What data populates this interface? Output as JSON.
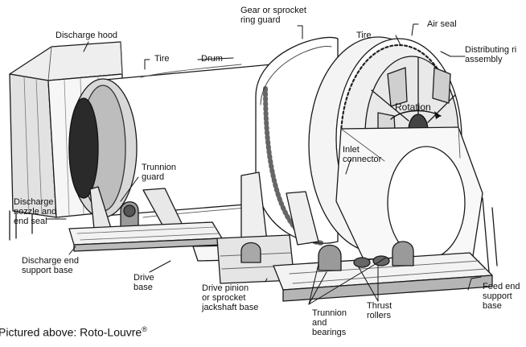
{
  "labels": {
    "discharge_hood": "Discharge hood",
    "tire_left": "Tire",
    "drum": "Drum",
    "gear_guard": "Gear or sprocket\nring guard",
    "tire_right": "Tire",
    "air_seal": "Air seal",
    "distributing": "Distributing ri\nassembly",
    "rotation": "Rotation",
    "inlet_connector": "Inlet\nconnector",
    "trunnion_guard": "Trunnion\nguard",
    "discharge_nozzle": "Discharge\nnozzle and\nend seal",
    "discharge_base": "Discharge end\nsupport base",
    "drive_base": "Drive\nbase",
    "drive_pinion": "Drive pinion\nor sprocket\njackshaft base",
    "trunnion_bearings": "Trunnion\nand\nbearings",
    "thrust_rollers": "Thrust\nrollers",
    "feed_base": "Feed end\nsupport\nbase"
  },
  "caption": {
    "text": "Pictured above: Roto-Louvre",
    "mark": "®"
  }
}
